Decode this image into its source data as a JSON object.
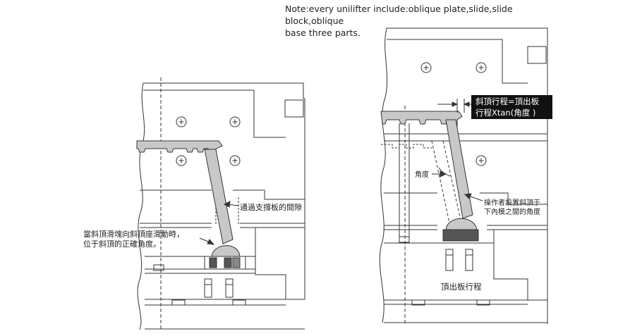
{
  "note": {
    "line1": "Note:every unilifter include:oblique plate,slide,slide block,oblique",
    "line2": "base three parts."
  },
  "left_diagram": {
    "label_gap": "通過支撐板的間隙",
    "label_angle_line1": "當斜頂滑塊向斜頂座滑動時，",
    "label_angle_line2": "位于斜頂的正確角度。"
  },
  "right_diagram": {
    "callout_line1": "斜頂行程=頂出板",
    "callout_line2": "行程Xtan(角度 )",
    "label_angle": "角度",
    "label_operator_line1": "操作者設置斜頂于",
    "label_operator_line2": "下內模之間的角度",
    "label_stroke": "頂出板行程"
  },
  "colors": {
    "line": "#333333",
    "part_fill": "#c8c8c8",
    "callout_bg": "#111111"
  }
}
